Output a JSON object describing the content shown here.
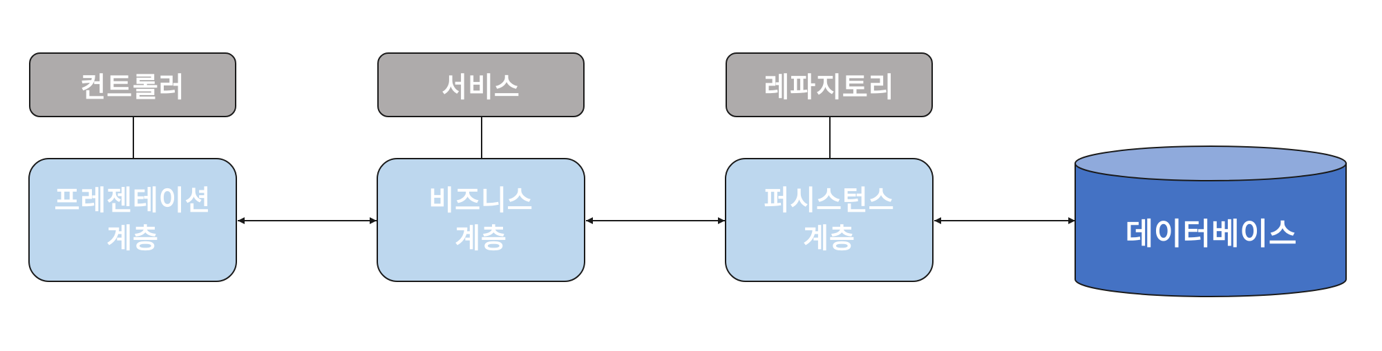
{
  "top_labels": [
    "컨트롤러",
    "서비스",
    "레파지토리"
  ],
  "layers": [
    {
      "line1": "프레젠테이션",
      "line2": "계층"
    },
    {
      "line1": "비즈니스",
      "line2": "계층"
    },
    {
      "line1": "퍼시스턴스",
      "line2": "계층"
    }
  ],
  "database": {
    "label": "데이터베이스"
  },
  "colors": {
    "gray_box": "#aeabab",
    "layer_box": "#bdd7ee",
    "db_body": "#4472c4",
    "db_top": "#8faadc",
    "stroke": "#1a1a1a"
  }
}
